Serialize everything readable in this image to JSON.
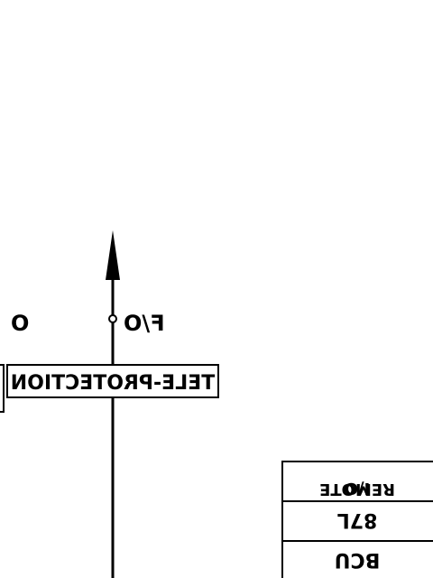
{
  "diagram": {
    "left_partial_label": "O",
    "signal_label": "F/O",
    "tele_protection_label": "TELE-PROTECTION",
    "remote_io_label_top": "I/O",
    "remote_io_label_bottom": "REMOTE",
    "code_label": "87L",
    "bcu_label": "BCU"
  },
  "style": {
    "line_color": "#000000",
    "background": "#ffffff"
  }
}
